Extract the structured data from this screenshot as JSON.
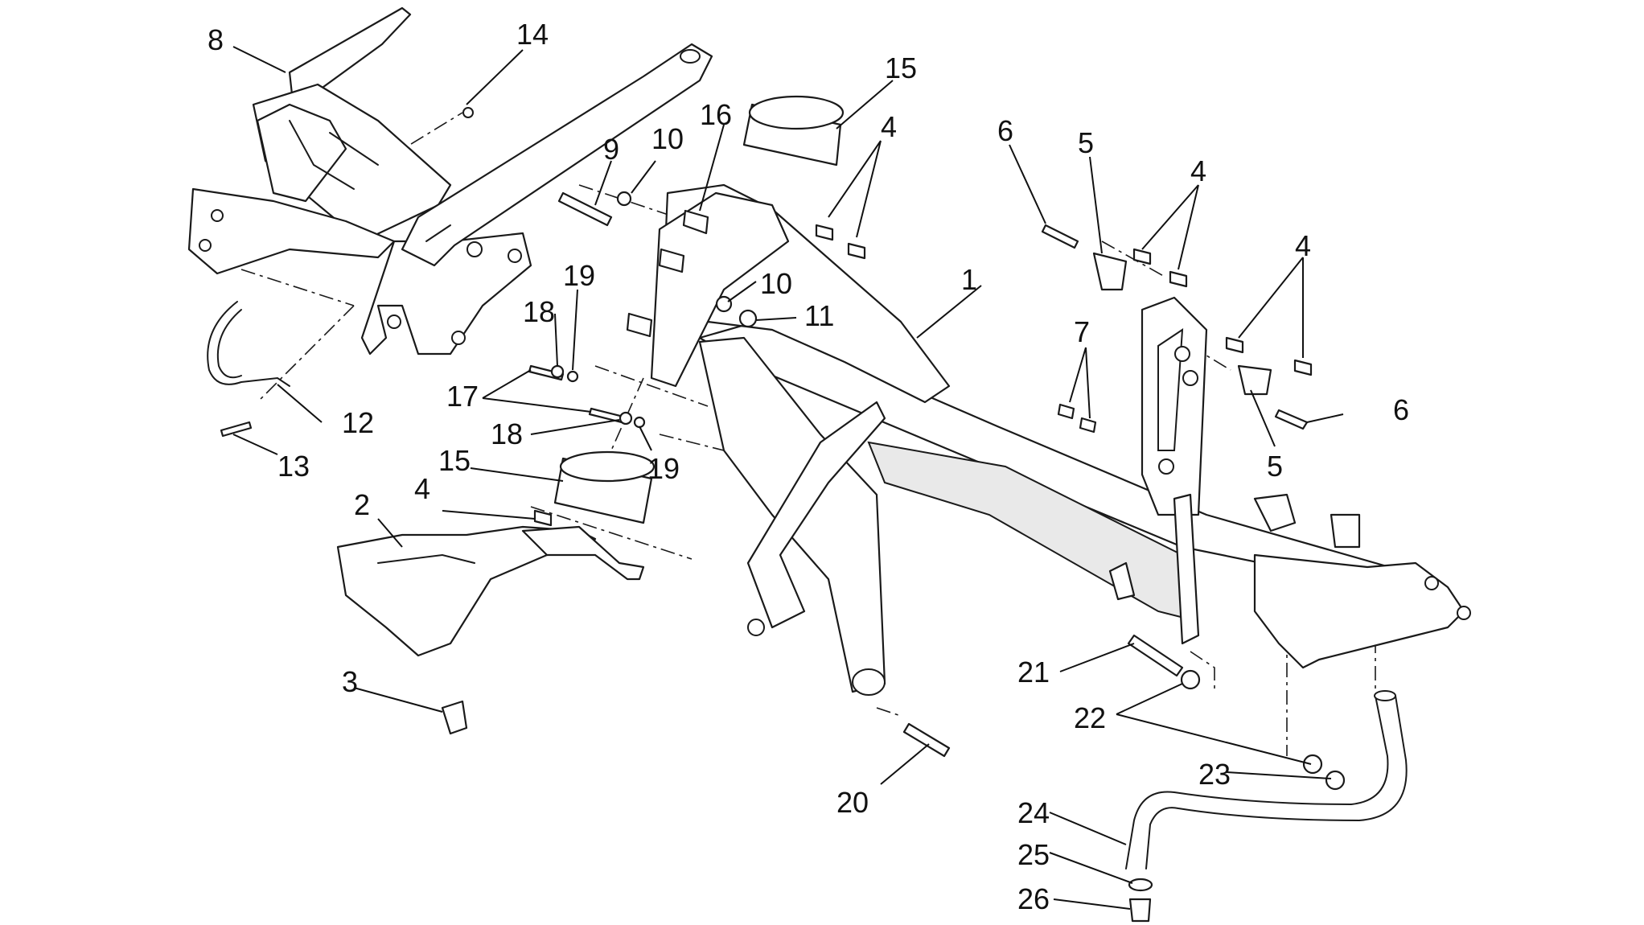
{
  "callouts": [
    "1",
    "2",
    "3",
    "4",
    "5",
    "6",
    "7",
    "8",
    "9",
    "10",
    "11",
    "12",
    "13",
    "14",
    "15",
    "16",
    "17",
    "18",
    "19",
    "20",
    "21",
    "22",
    "23",
    "24",
    "25",
    "26"
  ],
  "colors": {
    "line": "#1a1a1a",
    "background": "#ffffff",
    "shade": "#e9e9e9"
  }
}
